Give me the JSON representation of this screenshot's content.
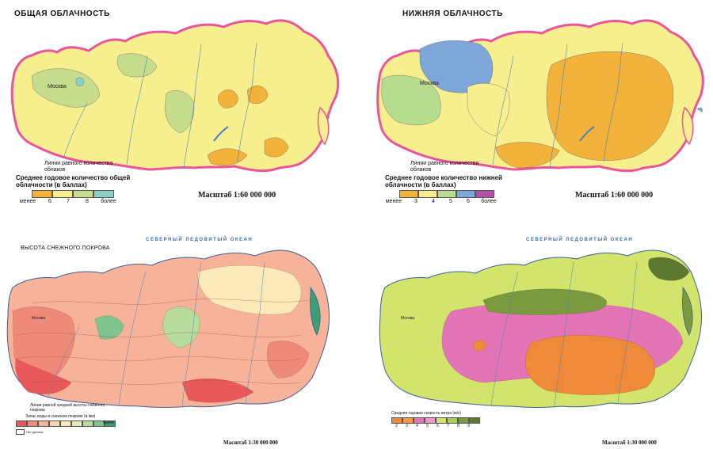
{
  "panels": [
    {
      "title": "ОБЩАЯ ОБЛАЧНОСТЬ",
      "isoline_label": "Линии равного количества облаков",
      "legend_title": "Среднее годовое количество общей облачности (в баллах)",
      "legend_min": "менее",
      "legend_max": "более",
      "legend_values": [
        "6",
        "7",
        "8"
      ],
      "legend_colors": [
        "#f3b23a",
        "#f7ee8e",
        "#c6dd8e",
        "#8ccfc6"
      ],
      "scale": "Масштаб 1:60 000 000",
      "city_label": "Москва"
    },
    {
      "title": "НИЖНЯЯ ОБЛАЧНОСТЬ",
      "isoline_label": "Линии равного количества облаков",
      "legend_title": "Среднее годовое количество нижней облачности (в баллах)",
      "legend_min": "менее",
      "legend_max": "более",
      "legend_values": [
        "3",
        "4",
        "5",
        "6"
      ],
      "legend_colors": [
        "#f3b23a",
        "#f7ee8e",
        "#b6dc8e",
        "#7da7d9",
        "#b34fa6"
      ],
      "scale": "Масштаб 1:60 000 000",
      "city_label": "Москва"
    },
    {
      "title": "ВЫСОТА СНЕЖНОГО ПОКРОВА",
      "ocean_label": "СЕВЕРНЫЙ ЛЕДОВИТЫЙ ОКЕАН",
      "isoline_label": "Линии равной средней высоты снежного покрова",
      "legend_title": "Запас воды в снежном покрове (в мм)",
      "legend_colors": [
        "#e9585a",
        "#ef8a78",
        "#f6b39a",
        "#f9d6b0",
        "#fbe9b9",
        "#e2eeb1",
        "#b8dc9d",
        "#7fc38d",
        "#3b9e74"
      ],
      "legend_max": "более",
      "no_data": "Нет данных",
      "scale": "Масштаб 1:30 000 000",
      "city_label": "Москва"
    },
    {
      "ocean_label": "СЕВЕРНЫЙ ЛЕДОВИТЫЙ ОКЕАН",
      "legend_title": "Средняя годовая скорость ветра (м/с)",
      "legend_values": [
        "2",
        "3",
        "4",
        "5",
        "6",
        "7",
        "8",
        "9"
      ],
      "legend_colors": [
        "#ef8a3a",
        "#f19a48",
        "#e374b5",
        "#ec98c9",
        "#d3e46c",
        "#a8cf5a",
        "#7b9a3f",
        "#5e7832"
      ],
      "scale": "Масштаб 1:30 000 000",
      "city_label": "Москва"
    }
  ],
  "colors": {
    "coast": "#e8559b",
    "river": "#4f83b5",
    "water": "#bfe0f0"
  }
}
